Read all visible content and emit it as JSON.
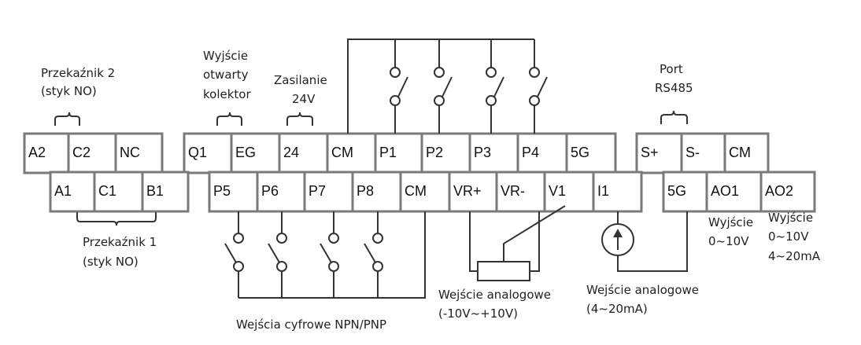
{
  "terminals": {
    "row1_left": [
      "A2",
      "C2",
      "NC"
    ],
    "row1_mid": [
      "Q1",
      "EG",
      "24",
      "CM",
      "P1",
      "P2",
      "P3",
      "P4",
      "5G"
    ],
    "row1_right": [
      "S+",
      "S-",
      "CM"
    ],
    "row2_left": [
      "A1",
      "C1",
      "B1"
    ],
    "row2_mid": [
      "P5",
      "P6",
      "P7",
      "P8",
      "CM",
      "VR+",
      "VR-",
      "V1",
      "I1"
    ],
    "row2_right": [
      "5G",
      "AO1",
      "AO2"
    ]
  },
  "labels": {
    "relay2": [
      "Przekaźnik 2",
      "(styk NO)"
    ],
    "open_collector": [
      "Wyjście",
      "otwarty",
      "kolektor"
    ],
    "supply": [
      "Zasilanie",
      "24V"
    ],
    "rs485": [
      "Port",
      "RS485"
    ],
    "relay1": [
      "Przekaźnik 1",
      "(styk NO)"
    ],
    "digital_inputs": "Wejścia cyfrowe NPN/PNP",
    "analog_voltage": [
      "Wejście analogowe",
      "(-10V~+10V)"
    ],
    "analog_current": [
      "Wejście analogowe",
      "(4~20mA)"
    ],
    "ao1": [
      "Wyjście",
      "0~10V"
    ],
    "ao2": [
      "Wyjście",
      "0~10V",
      "4~20mA"
    ]
  }
}
